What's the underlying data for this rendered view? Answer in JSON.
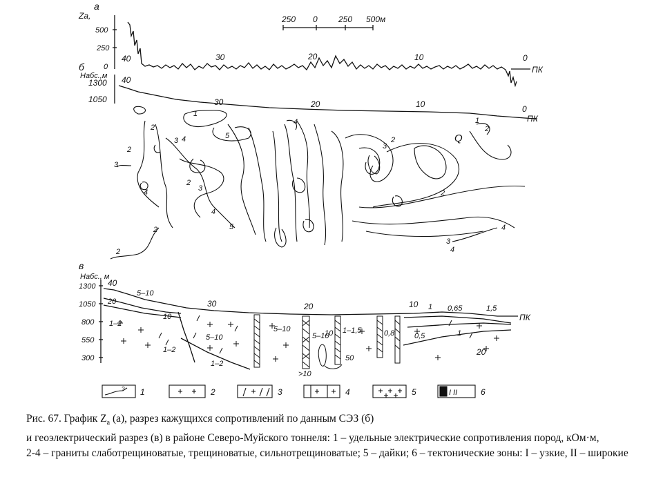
{
  "panel_a": {
    "letter": "а",
    "axis_label": "Zа,",
    "y_ticks": [
      "500",
      "250",
      "0"
    ],
    "scale_ticks": [
      "250",
      "0",
      "250",
      "500м"
    ],
    "pk_marks": [
      "40",
      "30",
      "20",
      "10",
      "0"
    ],
    "pk_label": "ПК"
  },
  "panel_b": {
    "letter": "б",
    "axis_label": "Набс.,м",
    "y_ticks": [
      "1300",
      "1050"
    ],
    "pk_marks": [
      "40",
      "30",
      "20",
      "10",
      "0"
    ],
    "pk_label": "ПК",
    "contour_labels": [
      "1",
      "2",
      "3",
      "4",
      "5",
      "2",
      "3",
      "4",
      "2",
      "3",
      "4",
      "2",
      "5",
      "4",
      "2",
      "3",
      "1",
      "2",
      "Q",
      "2",
      "4",
      "3",
      "4",
      "2"
    ]
  },
  "panel_c": {
    "letter": "в",
    "axis_label": "Набс., м",
    "y_ticks": [
      "1300",
      "1050",
      "800",
      "550",
      "300"
    ],
    "pk_marks": [
      "40",
      "30",
      "20",
      "10"
    ],
    "pk_label": "ПК",
    "values": [
      "5–10",
      "20",
      "10",
      "1–2",
      "5–10",
      "1–2",
      "1–2",
      "5–10",
      "5–10",
      "10",
      "1–1,5",
      "0,8",
      "50",
      ">10",
      "1",
      "0,65",
      "1,5",
      "0,5",
      "1",
      "20"
    ]
  },
  "legend": [
    {
      "num": "1",
      "sample": "?"
    },
    {
      "num": "2",
      "sample": ""
    },
    {
      "num": "3",
      "sample": ""
    },
    {
      "num": "4",
      "sample": ""
    },
    {
      "num": "5",
      "sample": ""
    },
    {
      "num": "6",
      "sample": "I II"
    }
  ],
  "caption": {
    "line1_pre": "Рис. 67. График Z",
    "line1_sub": "а",
    "line1_post": " (а), разрез кажущихся сопротивлений по данным СЭЗ (б)",
    "line2": " и геоэлектрический разрез (в) в районе Северо-Муйского тоннеля: 1 – удельные электрические сопротивления пород, кОм·м,",
    "line3": " 2-4 – граниты слаботрещиноватые, трещиноватые, сильнотрещиноватые; 5 – дайки; 6 – тектонические зоны: I – узкие, II – широкие"
  }
}
